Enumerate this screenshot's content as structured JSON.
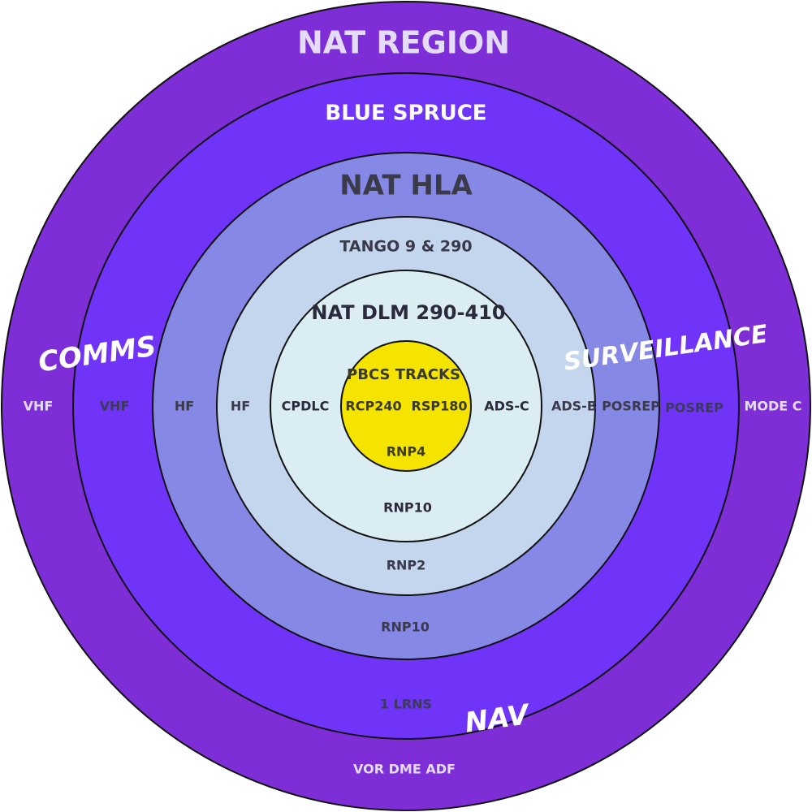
{
  "colors": {
    "nat_region": "#7e2ed6",
    "blue_spruce": "#7033f8",
    "nat_hla": "#8688e6",
    "tango": "#c4d6ee",
    "dlm": "#daedf3",
    "pbcs": "#f4e400",
    "light_text": "#e4dcf7",
    "dark_text": "#3a3a4a"
  },
  "rings": {
    "nat_region": "NAT REGION",
    "blue_spruce": "BLUE SPRUCE",
    "nat_hla": "NAT HLA",
    "tango": "TANGO 9 & 290",
    "dlm": "NAT  DLM 290-410",
    "pbcs": "PBCS TRACKS"
  },
  "categories": {
    "comms": "COMMS",
    "surveillance": "SURVEILLANCE",
    "nav": "NAV"
  },
  "comms_items": {
    "nat_region": "VHF",
    "blue_spruce": "VHF",
    "nat_hla": "HF",
    "tango": "HF",
    "dlm": "CPDLC",
    "pbcs": "RCP240"
  },
  "surveillance_items": {
    "pbcs": "RSP180",
    "dlm": "ADS-C",
    "tango": "ADS-B",
    "nat_hla": "POSREP",
    "blue_spruce": "POSREP",
    "nat_region": "MODE C"
  },
  "nav_items": {
    "pbcs": "RNP4",
    "dlm": "RNP10",
    "tango": "RNP2",
    "nat_hla": "RNP10",
    "blue_spruce": "1 LRNS",
    "nat_region": "VOR DME ADF"
  }
}
